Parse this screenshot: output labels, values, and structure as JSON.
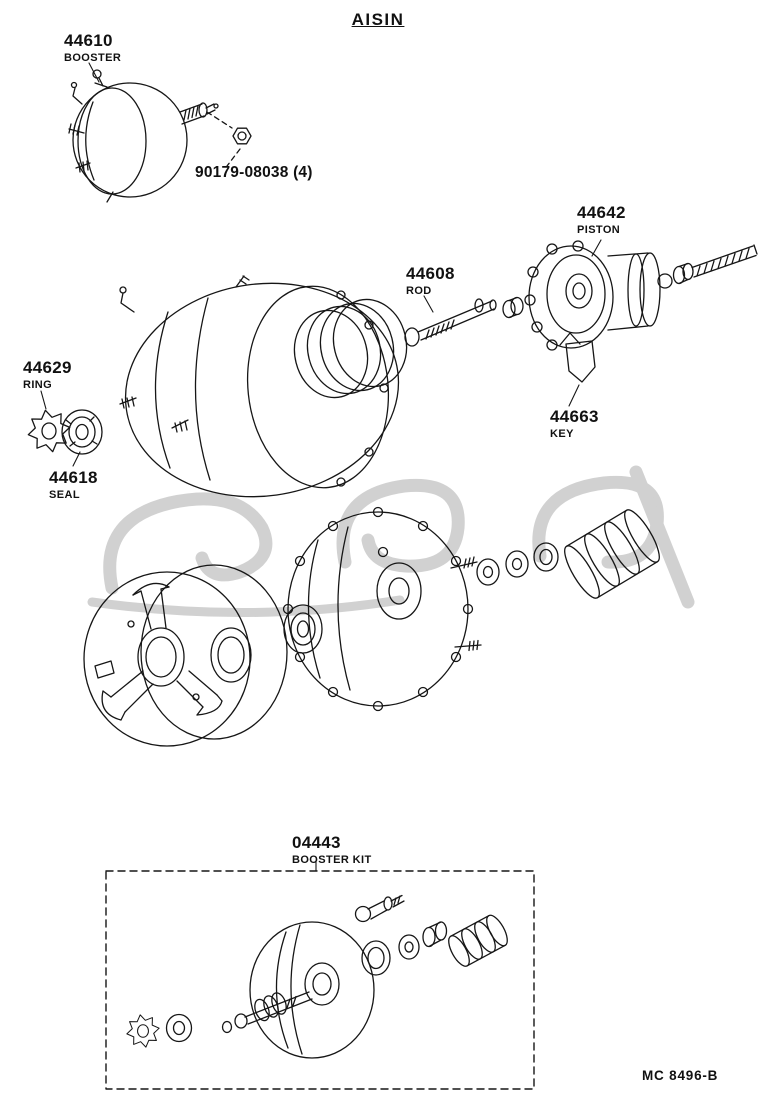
{
  "page": {
    "title": "AISIN",
    "drawing_code": "MC 8496-B"
  },
  "colors": {
    "line": "#161616",
    "watermark": "#c6c6c6",
    "background": "#ffffff"
  },
  "parts": {
    "booster": {
      "number": "44610",
      "name": "BOOSTER"
    },
    "mounting_nut": {
      "number": "90179-08038 (4)"
    },
    "piston": {
      "number": "44642",
      "name": "PISTON"
    },
    "rod": {
      "number": "44608",
      "name": "ROD"
    },
    "ring": {
      "number": "44629",
      "name": "RING"
    },
    "seal": {
      "number": "44618",
      "name": "SEAL"
    },
    "key": {
      "number": "44663",
      "name": "KEY"
    },
    "booster_kit": {
      "number": "04443",
      "name": "BOOSTER KIT"
    }
  }
}
